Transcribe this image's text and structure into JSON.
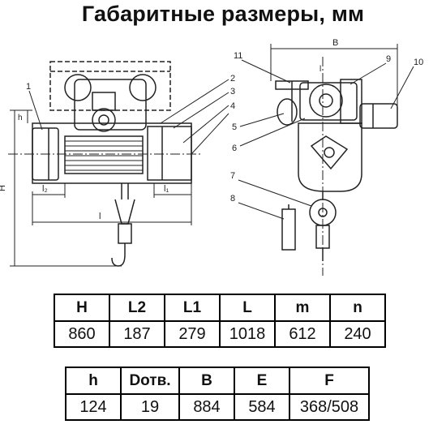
{
  "title": "Габаритные размеры, мм",
  "drawing": {
    "dimension_labels": {
      "H": "H",
      "h": "h",
      "l2": "l₂",
      "l1": "l₁",
      "l": "l",
      "B": "B",
      "small_l": "l"
    },
    "callouts": [
      "1",
      "2",
      "3",
      "4",
      "5",
      "6",
      "7",
      "8",
      "9",
      "10",
      "11"
    ]
  },
  "table1": {
    "headers": [
      "H",
      "L2",
      "L1",
      "L",
      "m",
      "n"
    ],
    "values": [
      "860",
      "187",
      "279",
      "1018",
      "612",
      "240"
    ]
  },
  "table2": {
    "headers": [
      "h",
      "Dотв.",
      "B",
      "E",
      "F"
    ],
    "values": [
      "124",
      "19",
      "884",
      "584",
      "368/508"
    ]
  }
}
